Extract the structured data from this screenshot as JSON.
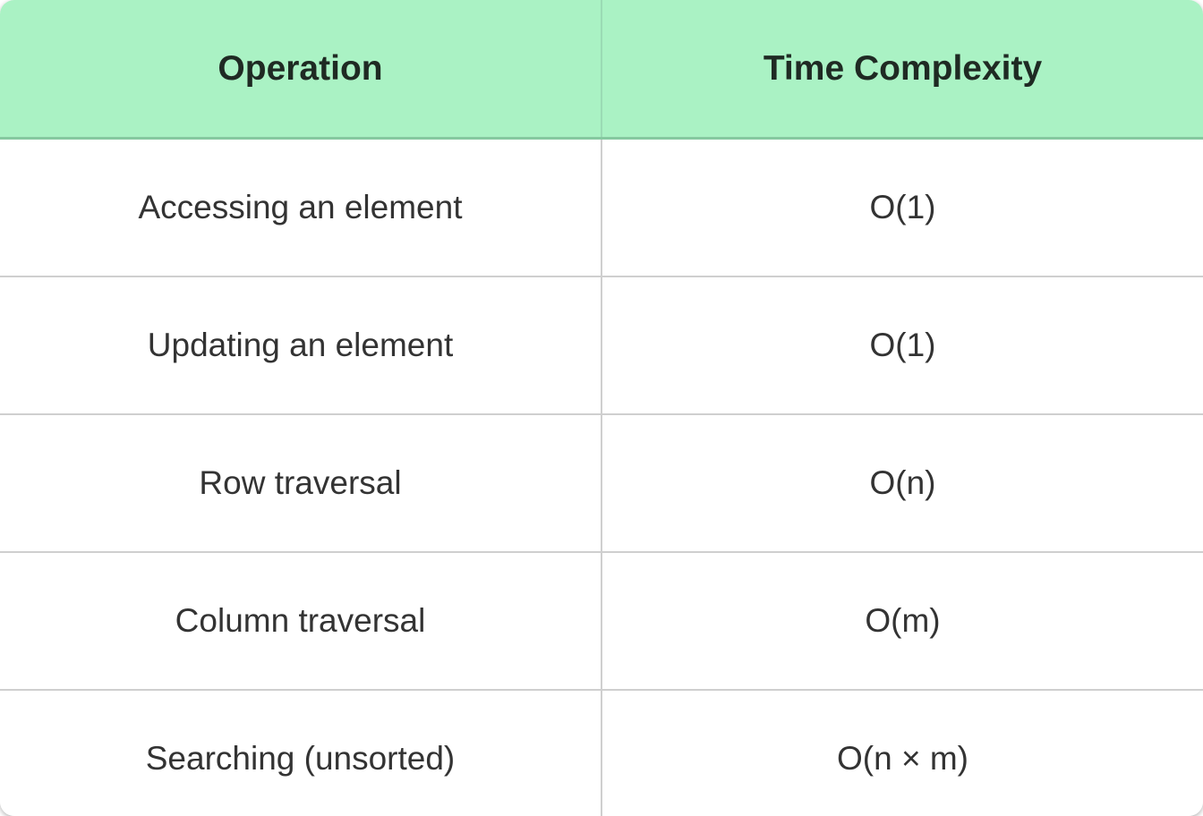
{
  "table": {
    "headers": [
      {
        "label": "Operation",
        "key": "operation"
      },
      {
        "label": "Time Complexity",
        "key": "complexity"
      }
    ],
    "rows": [
      {
        "operation": "Accessing an element",
        "complexity": "O(1)"
      },
      {
        "operation": "Updating an element",
        "complexity": "O(1)"
      },
      {
        "operation": "Row traversal",
        "complexity": "O(n)"
      },
      {
        "operation": "Column traversal",
        "complexity": "O(m)"
      },
      {
        "operation": "Searching (unsorted)",
        "complexity": "O(n × m)"
      }
    ]
  },
  "colors": {
    "header_background": "#aaf2c4",
    "header_text": "#1f2a23",
    "header_border": "#86c9a0",
    "body_background": "#ffffff",
    "body_text": "#333333",
    "divider": "#cfcfcf"
  }
}
